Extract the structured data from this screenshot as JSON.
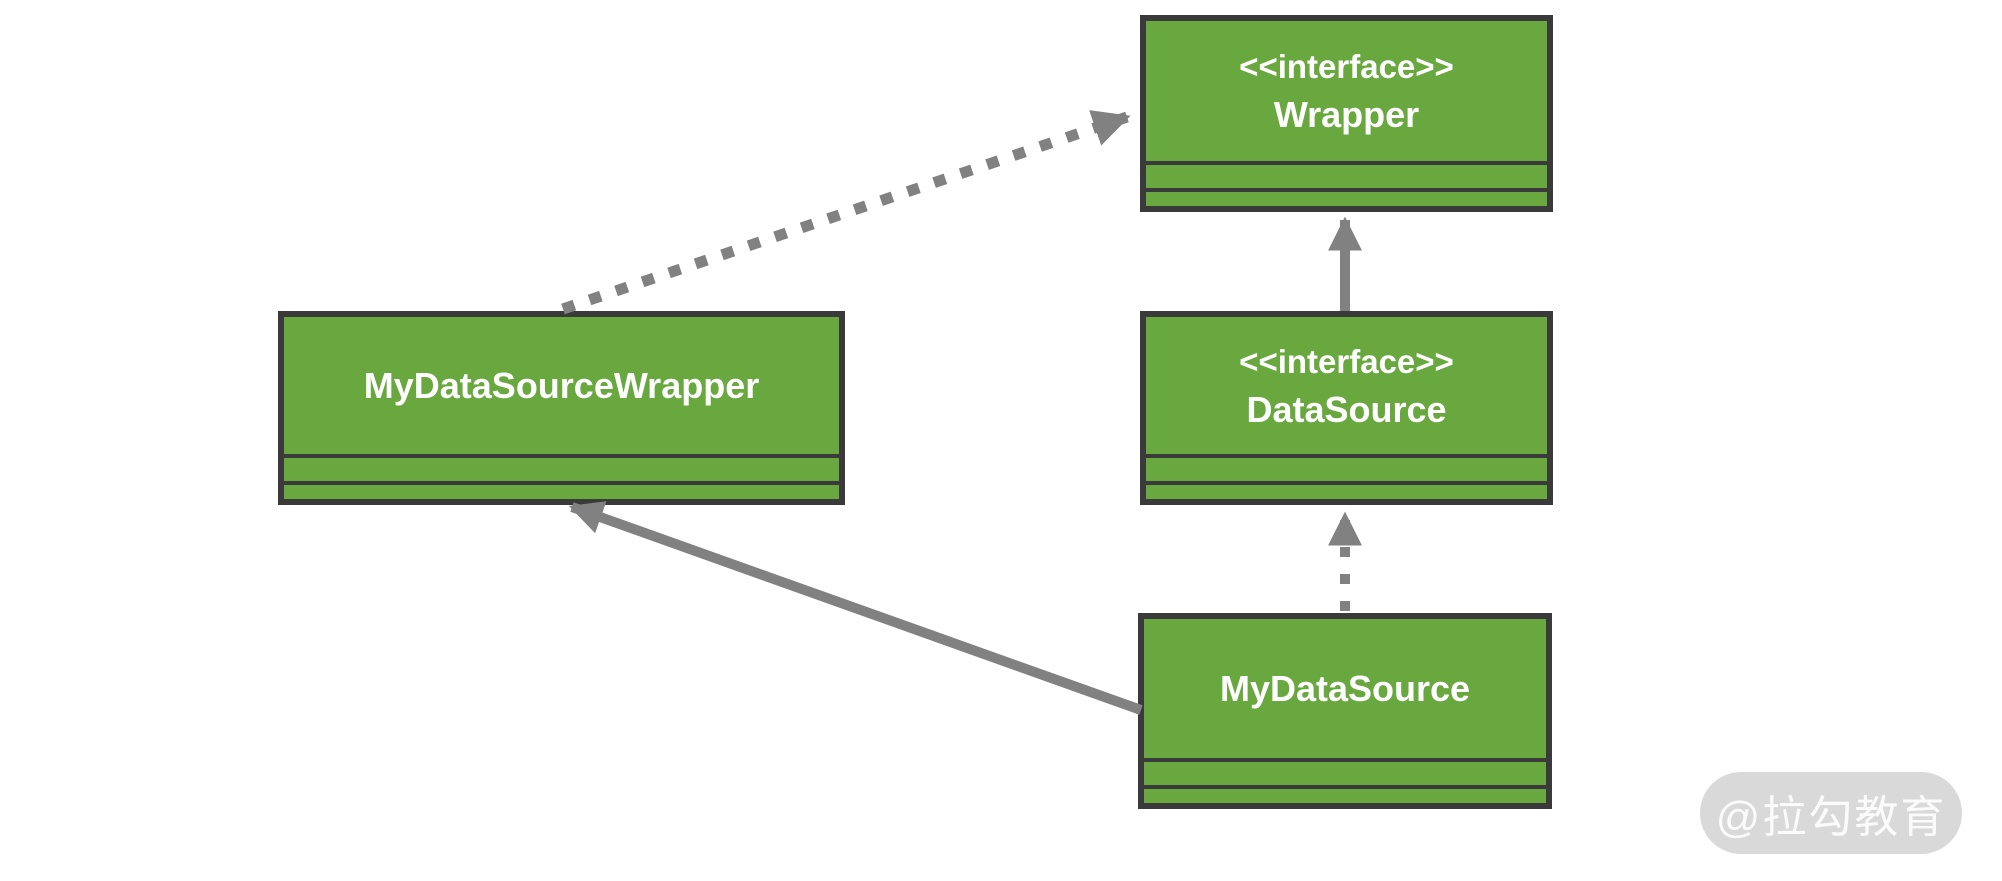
{
  "diagram": {
    "type": "uml-class-diagram",
    "classes": [
      {
        "id": "wrapper",
        "stereotype": "<<interface>>",
        "name": "Wrapper"
      },
      {
        "id": "datasource",
        "stereotype": "<<interface>>",
        "name": "DataSource"
      },
      {
        "id": "mydatasourcewrapper",
        "stereotype": "",
        "name": "MyDataSourceWrapper"
      },
      {
        "id": "mydatasource",
        "stereotype": "",
        "name": "MyDataSource"
      }
    ],
    "relations": [
      {
        "type": "realization",
        "from": "MyDataSourceWrapper",
        "to": "Wrapper",
        "line": "dashed"
      },
      {
        "type": "generalization",
        "from": "DataSource",
        "to": "Wrapper",
        "line": "solid"
      },
      {
        "type": "realization",
        "from": "MyDataSource",
        "to": "DataSource",
        "line": "dotted"
      },
      {
        "type": "association",
        "from": "MyDataSource",
        "to": "MyDataSourceWrapper",
        "line": "solid"
      }
    ],
    "colors": {
      "class_fill": "#69a83e",
      "class_border": "#3a3a3a",
      "arrow": "#818181",
      "class_text": "#ffffff"
    }
  },
  "watermark": {
    "text": "@拉勾教育"
  }
}
